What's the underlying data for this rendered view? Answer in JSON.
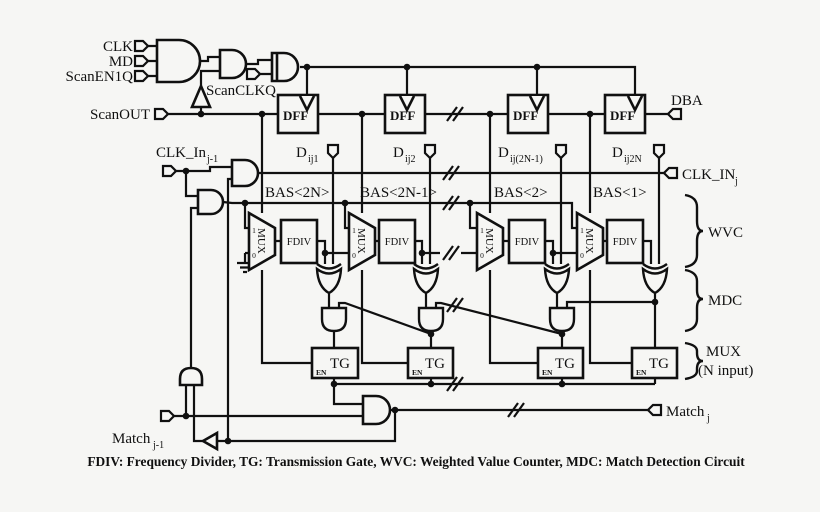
{
  "colors": {
    "background": "#f6f6f4",
    "ink": "#101010"
  },
  "labels": {
    "clk": "CLK",
    "md": "MD",
    "scan_en1q": "ScanEN1Q",
    "scan_clkq": "ScanCLKQ",
    "scan_out": "ScanOUT",
    "dba": "DBA",
    "clk_in_prev_base": "CLK_In",
    "clk_in_prev_sub": "j-1",
    "clk_in_j_base": "CLK_IN",
    "clk_in_j_sub": "j",
    "d_base": "D",
    "d1_sub": "ij1",
    "d2_sub": "ij2",
    "d3_sub": "ij(2N-1)",
    "d4_sub": "ij2N",
    "bas_2n": "BAS<2N>",
    "bas_2n_1": "BAS<2N-1>",
    "bas_2": "BAS<2>",
    "bas_1": "BAS<1>",
    "dff": "DFF",
    "mux": "MUX",
    "fdiv": "FDIV",
    "tg": "TG",
    "en": "EN",
    "mux_in1": "1",
    "mux_in0": "0",
    "wvc": "WVC",
    "mdc": "MDC",
    "mux_group_line1": "MUX",
    "mux_group_line2": "(N input)",
    "match_prev_base": "Match",
    "match_prev_sub": "j-1",
    "match_j_base": "Match",
    "match_j_sub": "j",
    "caption": "FDIV: Frequency Divider, TG: Transmission Gate, WVC: Weighted Value Counter, MDC: Match Detection Circuit"
  }
}
